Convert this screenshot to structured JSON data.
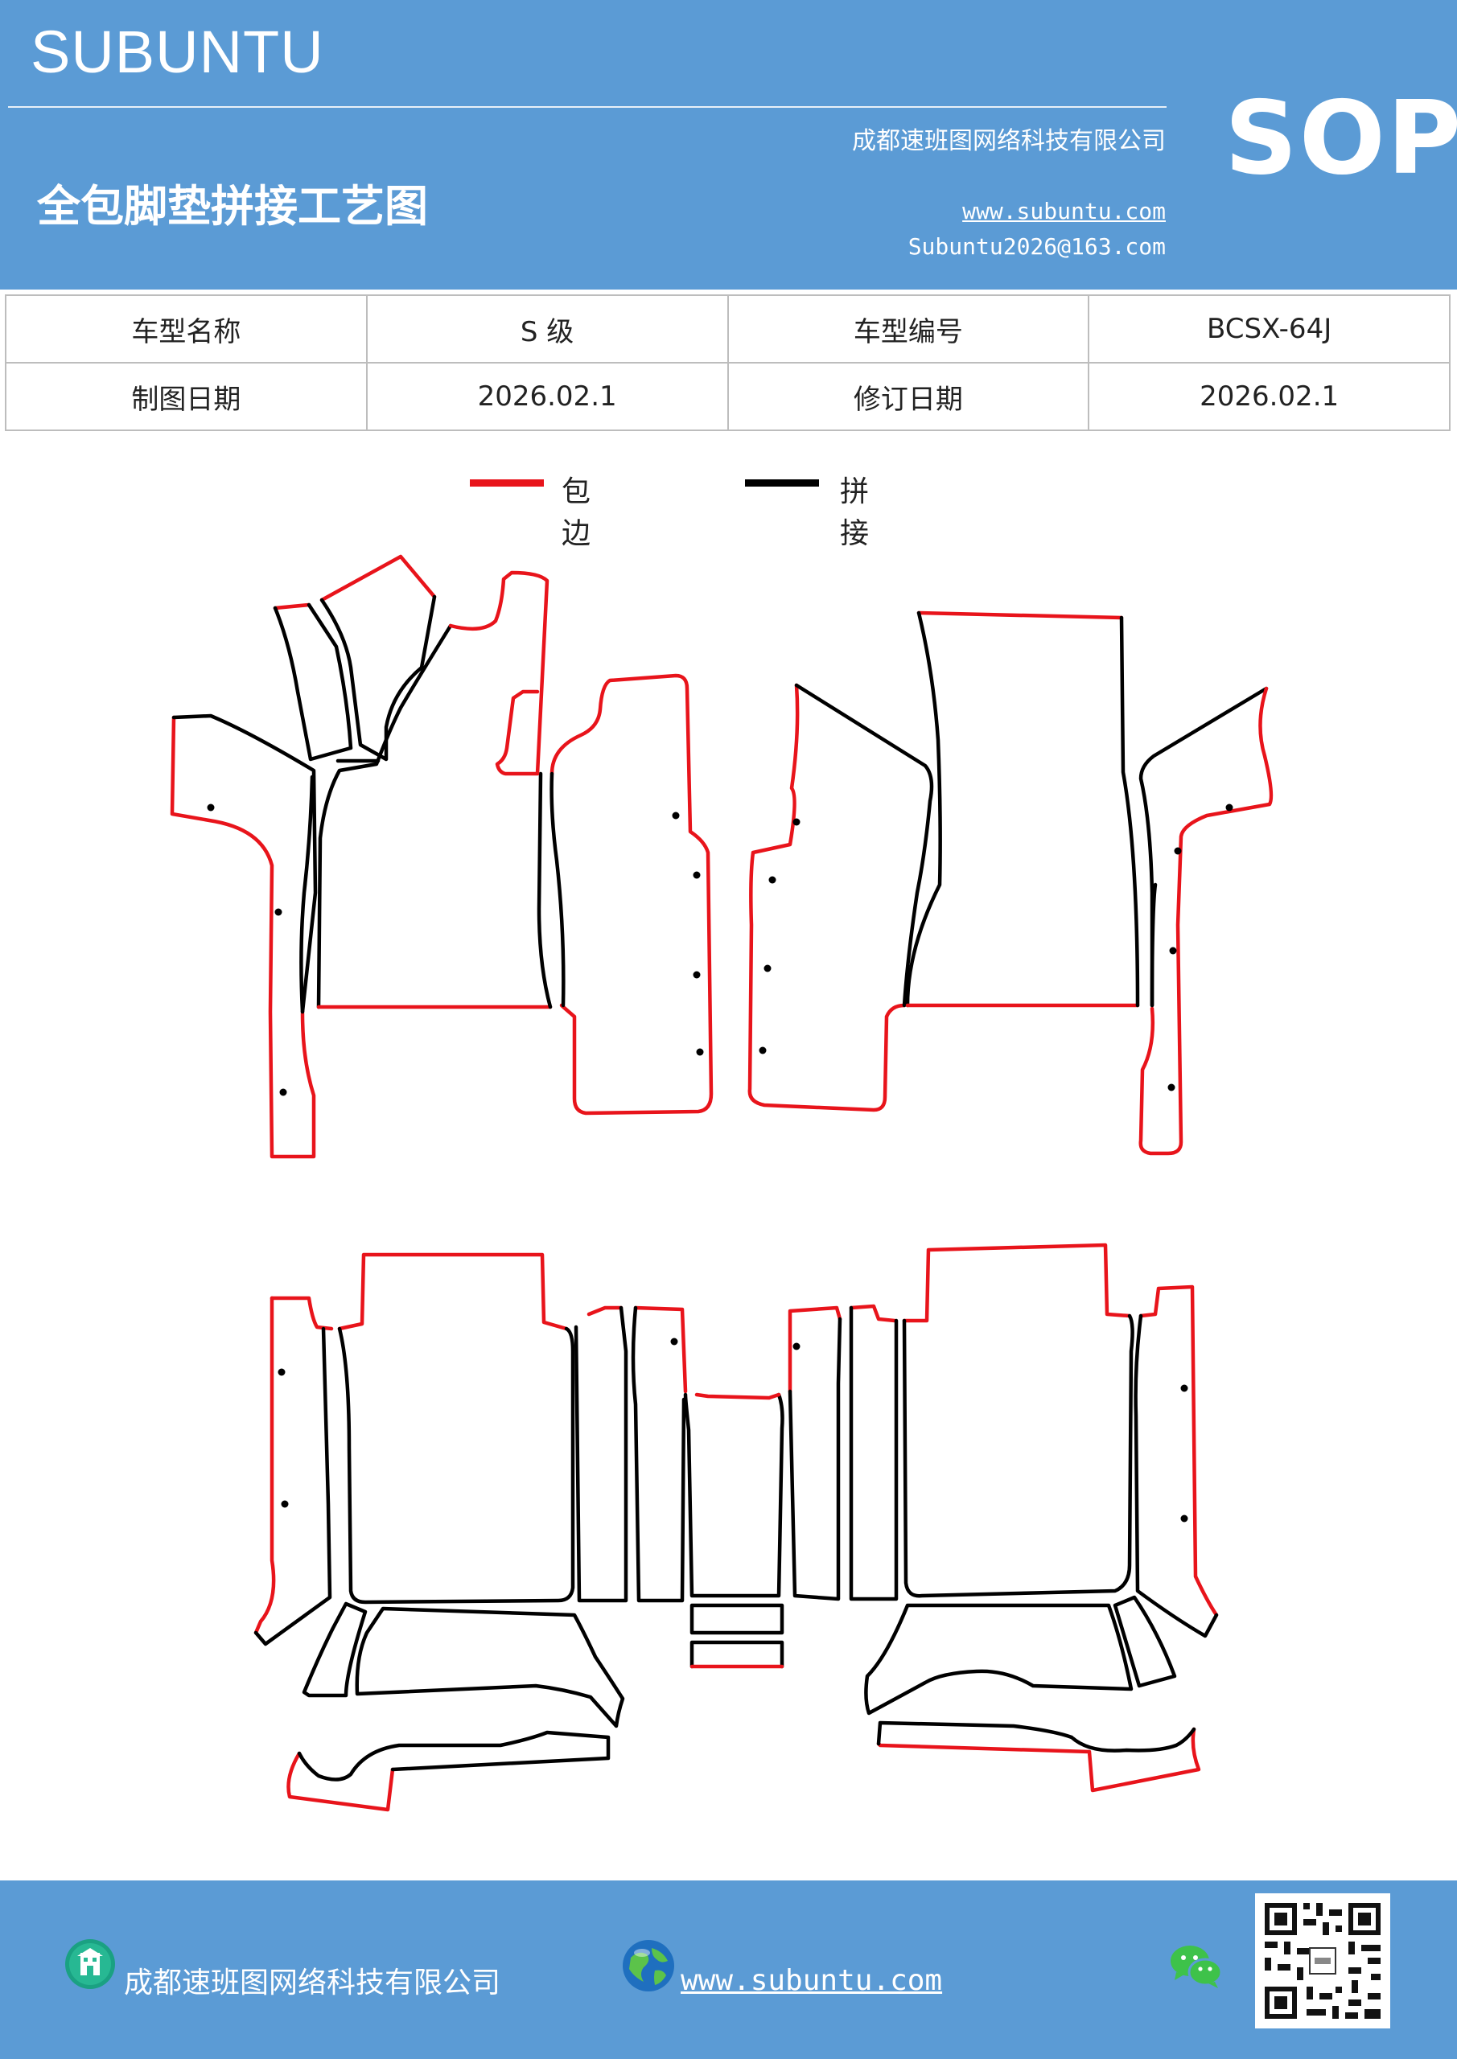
{
  "header": {
    "brand": "SUBUNTU",
    "company": "成都速班图网络科技有限公司",
    "title": "全包脚垫拼接工艺图",
    "website": "www.subuntu.com",
    "email": "Subuntu2026@163.com",
    "badge": "SOP"
  },
  "info_table": {
    "rows": [
      [
        "车型名称",
        "S 级",
        "车型编号",
        "BCSX-64J"
      ],
      [
        "制图日期",
        "2026.02.1",
        "修订日期",
        "2026.02.1"
      ]
    ]
  },
  "legend": {
    "items": [
      {
        "label": "包边",
        "color": "#e8141b"
      },
      {
        "label": "拼接",
        "color": "#000000"
      }
    ]
  },
  "footer": {
    "company": "成都速班图网络科技有限公司",
    "website": "www.subuntu.com",
    "icons": [
      "building-icon",
      "globe-icon",
      "wechat-icon",
      "qr-code-icon"
    ]
  }
}
